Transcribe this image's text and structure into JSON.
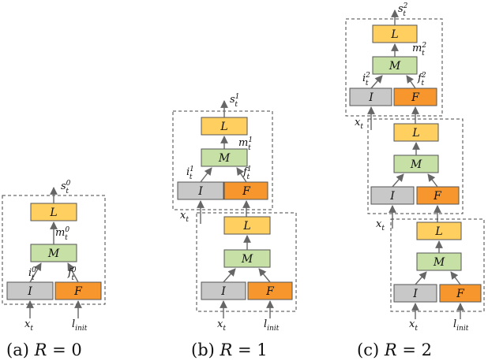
{
  "nodes": {
    "L": "L",
    "M": "M",
    "I": "I",
    "F": "F"
  },
  "labels": {
    "x": "x",
    "t": "t",
    "l": "l",
    "init": "init",
    "s": "s",
    "m": "m",
    "i": "i",
    "f": "f",
    "r0": "0",
    "r1": "1",
    "r2": "2"
  },
  "captions": {
    "a_prefix": "(a) ",
    "b_prefix": "(b) ",
    "c_prefix": "(c) ",
    "var": "R",
    "eq": " = ",
    "a_val": "0",
    "b_val": "1",
    "c_val": "2"
  },
  "colors": {
    "L": "#ffd060",
    "M": "#c6e0a6",
    "I": "#c8c8c8",
    "F": "#f7962d"
  }
}
